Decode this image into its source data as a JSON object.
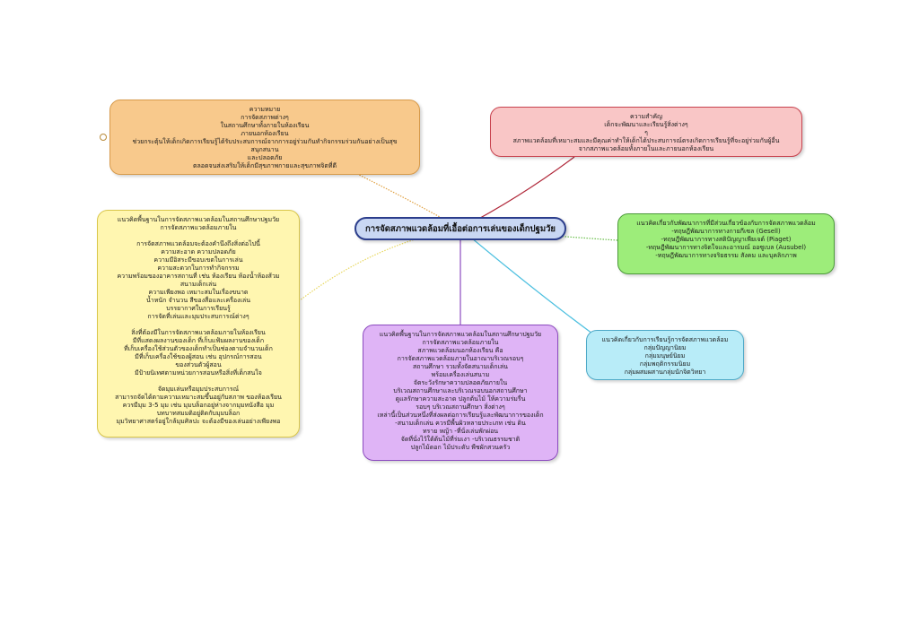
{
  "center_title": "การจัดสภาพแวดล้อมที่เอื้อต่อการเล่นของเด็กปฐมวัย",
  "nodes": {
    "meaning": {
      "lines": [
        "ความหมาย",
        "การจัดสภาพต่างๆ",
        "ในสถานศึกษาทั้งภายในห้องเรียน",
        "ภายนอกห้องเรียน",
        "ช่วยกระตุ้นให้เด็กเกิดการเรียนรู้ได้รับประสบการณ์จากการอยู่ร่วมกันทำกิจกรรมร่วมกันอย่างเป็นสุข",
        "สนุกสนาน",
        "และปลอดภัย",
        "ตลอดจนส่งเสริมให้เด็กมีสุขภาพกายและสุขภาพจิตที่ดี"
      ]
    },
    "importance": {
      "lines": [
        "ความสำคัญ",
        "เด็กจะพัฒนาและเรียนรู้สิ่งต่างๆ",
        "ๆ",
        "สภาพแวดล้อมที่เหมาะสมและมีคุณค่าทำให้เด็กได้ประสบการณ์ตรงเกิดการเรียนรู้ที่จะอยู่ร่วมกับผู้อื่น",
        "จากสภาพแวดล้อมทั้งภายในและภายนอกห้องเรียน"
      ]
    },
    "concepts_left": {
      "lines": [
        "แนวคิดพื้นฐานในการจัดสภาพแวดล้อมในสถานศึกษาปฐมวัย",
        "การจัดสภาพแวดล้อมภายใน",
        "",
        "การจัดสภาพแวดล้อมจะต้องคำนึงถึงสิ่งต่อไปนี้",
        "ความสะอาด ความปลอดภัย",
        "ความมีอิสระมีขอบเขตในการเล่น",
        "ความสะดวกในการทำกิจกรรม",
        "ความพร้อมของอาคารสถานที่ เช่น ห้องเรียน ห้องน้ำห้องส้วม",
        "สนามเด็กเล่น",
        "ความเพียงพอ เหมาะสมในเรื่องขนาด",
        "น้ำหนัก จำนวน สีของสื่อและเครื่องเล่น",
        "บรรยากาศในการเรียนรู้",
        "การจัดที่เล่นและมุมประสบการณ์ต่างๆ",
        "",
        "สิ่งที่ต้องมีในการจัดสภาพแวดล้อมภายในห้องเรียน",
        "มีที่แสดงผลงานของเด็ก ที่เก็บแฟ้มผลงานของเด็ก",
        "ที่เก็บเครื่องใช้ส่วนตัวของเด็กทำเป็นช่องตามจำนวนเด็ก",
        "มีที่เก็บเครื่องใช้ของผู้สอน เช่น อุปกรณ์การสอน",
        "ของส่วนตัวผู้สอน",
        "มีป้ายนิเทศตามหน่วยการสอนหรือสิ่งที่เด็กสนใจ",
        "",
        "จัดมุมเล่นหรือมุมประสบการณ์",
        "สามารถจัดได้ตามความเหมาะสมขึ้นอยู่กับสภาพ ของห้องเรียน",
        "ควรมีมุม 3-5 มุม เช่น มุมบล็อกอยู่ห่างจากมุมหนังสือ มุม",
        "บทบาทสมมติอยู่ติดกับมุมบล็อก",
        "มุมวิทยาศาสตร์อยู่ใกล้มุมศิลปะ จะต้องมีของเล่นอย่างเพียงพอ"
      ]
    },
    "theories": {
      "lines": [
        "แนวคิดเกี่ยวกับพัฒนาการที่มีส่วนเกี่ยวข้องกับการจัดสภาพแวดล้อม",
        "-ทฤษฎีพัฒนาการทางกายกีเซล (Gesell)",
        "-ทฤษฎีพัฒนาการทางสติปัญญาเพียเจต์ (Piaget)",
        "-ทฤษฎีพัฒนาการทางจิตใจและอารมณ์ ออซูเบล (Ausubel)",
        "-ทฤษฎีพัฒนาการทางจริยธรรม สังคม และบุคลิกภาพ"
      ]
    },
    "learning": {
      "lines": [
        "แนวคิดเกี่ยวกับการเรียนรู้การจัดสภาพแวดล้อม",
        "กลุ่มปัญญานิยม",
        "กลุ่มมนุษย์นิยม",
        "กลุ่มพฤติกรรมนิยม",
        "กลุ่มผสมผสานกลุ่มนักจิตวิทยา"
      ]
    },
    "concepts_bottom": {
      "lines": [
        "แนวคิดพื้นฐานในการจัดสภาพแวดล้อมในสถานศึกษาปฐมวัย",
        "การจัดสภาพแวดล้อมภายใน",
        "สภาพแวดล้อมนอกห้องเรียน คือ",
        "การจัดสภาพแวดล้อมภายในอาณาบริเวณรอบๆ",
        "สถานศึกษา รวมทั้งจัดสนามเด็กเล่น",
        "พร้อมเครื่องเล่นสนาม",
        "จัดระวังรักษาความปลอดภัยภายใน",
        "บริเวณสถานศึกษาและบริเวณรอบนอกสถานศึกษา",
        "ดูแลรักษาความสะอาด ปลูกต้นไม้ ให้ความร่มรื่น",
        "รอบๆ บริเวณสถานศึกษา สิ่งต่างๆ",
        "เหล่านี้เป็นส่วนหนึ่งที่ส่งผลต่อการเรียนรู้และพัฒนาการของเด็ก",
        "-สนามเด็กเล่น ควรมีพื้นผิวหลายประเภท เช่น ดิน",
        "ทราย หญ้า -ที่นั่งเล่นพักผ่อน",
        "จัดที่นั่งไว้ใต้ต้นไม้ที่ร่มเงา -บริเวณธรรมชาติ",
        "ปลูกไม้ดอก ไม้ประดับ พืชผักสวนครัว"
      ]
    }
  },
  "colors": {
    "center_fill": "#c9d7f3",
    "center_border": "#2c3e8c",
    "meaning_fill": "#f8c98c",
    "importance_fill": "#f9c6c6",
    "concepts_left_fill": "#fff6b0",
    "theories_fill": "#9ded7a",
    "learning_fill": "#b8ecf8",
    "concepts_bottom_fill": "#dfb4f6"
  }
}
